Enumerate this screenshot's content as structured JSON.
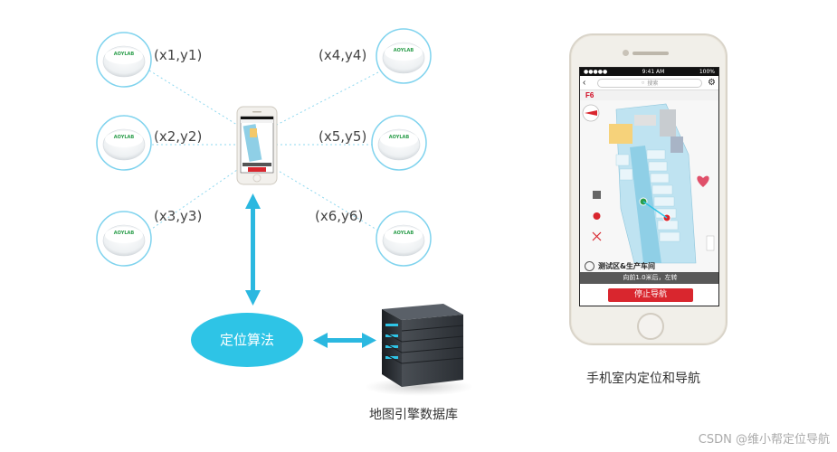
{
  "beacons": [
    {
      "id": "b1",
      "coord_label": "(x1,y1)"
    },
    {
      "id": "b2",
      "coord_label": "(x2,y2)"
    },
    {
      "id": "b3",
      "coord_label": "(x3,y3)"
    },
    {
      "id": "b4",
      "coord_label": "(x4,y4)"
    },
    {
      "id": "b5",
      "coord_label": "(x5,y5)"
    },
    {
      "id": "b6",
      "coord_label": "(x6,y6)"
    }
  ],
  "beacon_brand": "AOYLAB",
  "algorithm_label": "定位算法",
  "database_label": "地图引擎数据库",
  "phone_caption": "手机室内定位和导航",
  "watermark": "CSDN @维小帮定位导航",
  "phone_screen": {
    "status_left": "●●●●● ",
    "status_time": "9:41 AM",
    "status_right": "100%",
    "search_placeholder": "搜索",
    "floor": "F6",
    "location_name": "测试区&生产车间",
    "hint": "向前1.0米后，左转",
    "stop_button": "停止导航"
  },
  "colors": {
    "accent_cyan": "#2ec4e6",
    "beacon_ring": "#7fd3ee",
    "arrow": "#2bb8e0",
    "stop_red": "#d9262e"
  }
}
